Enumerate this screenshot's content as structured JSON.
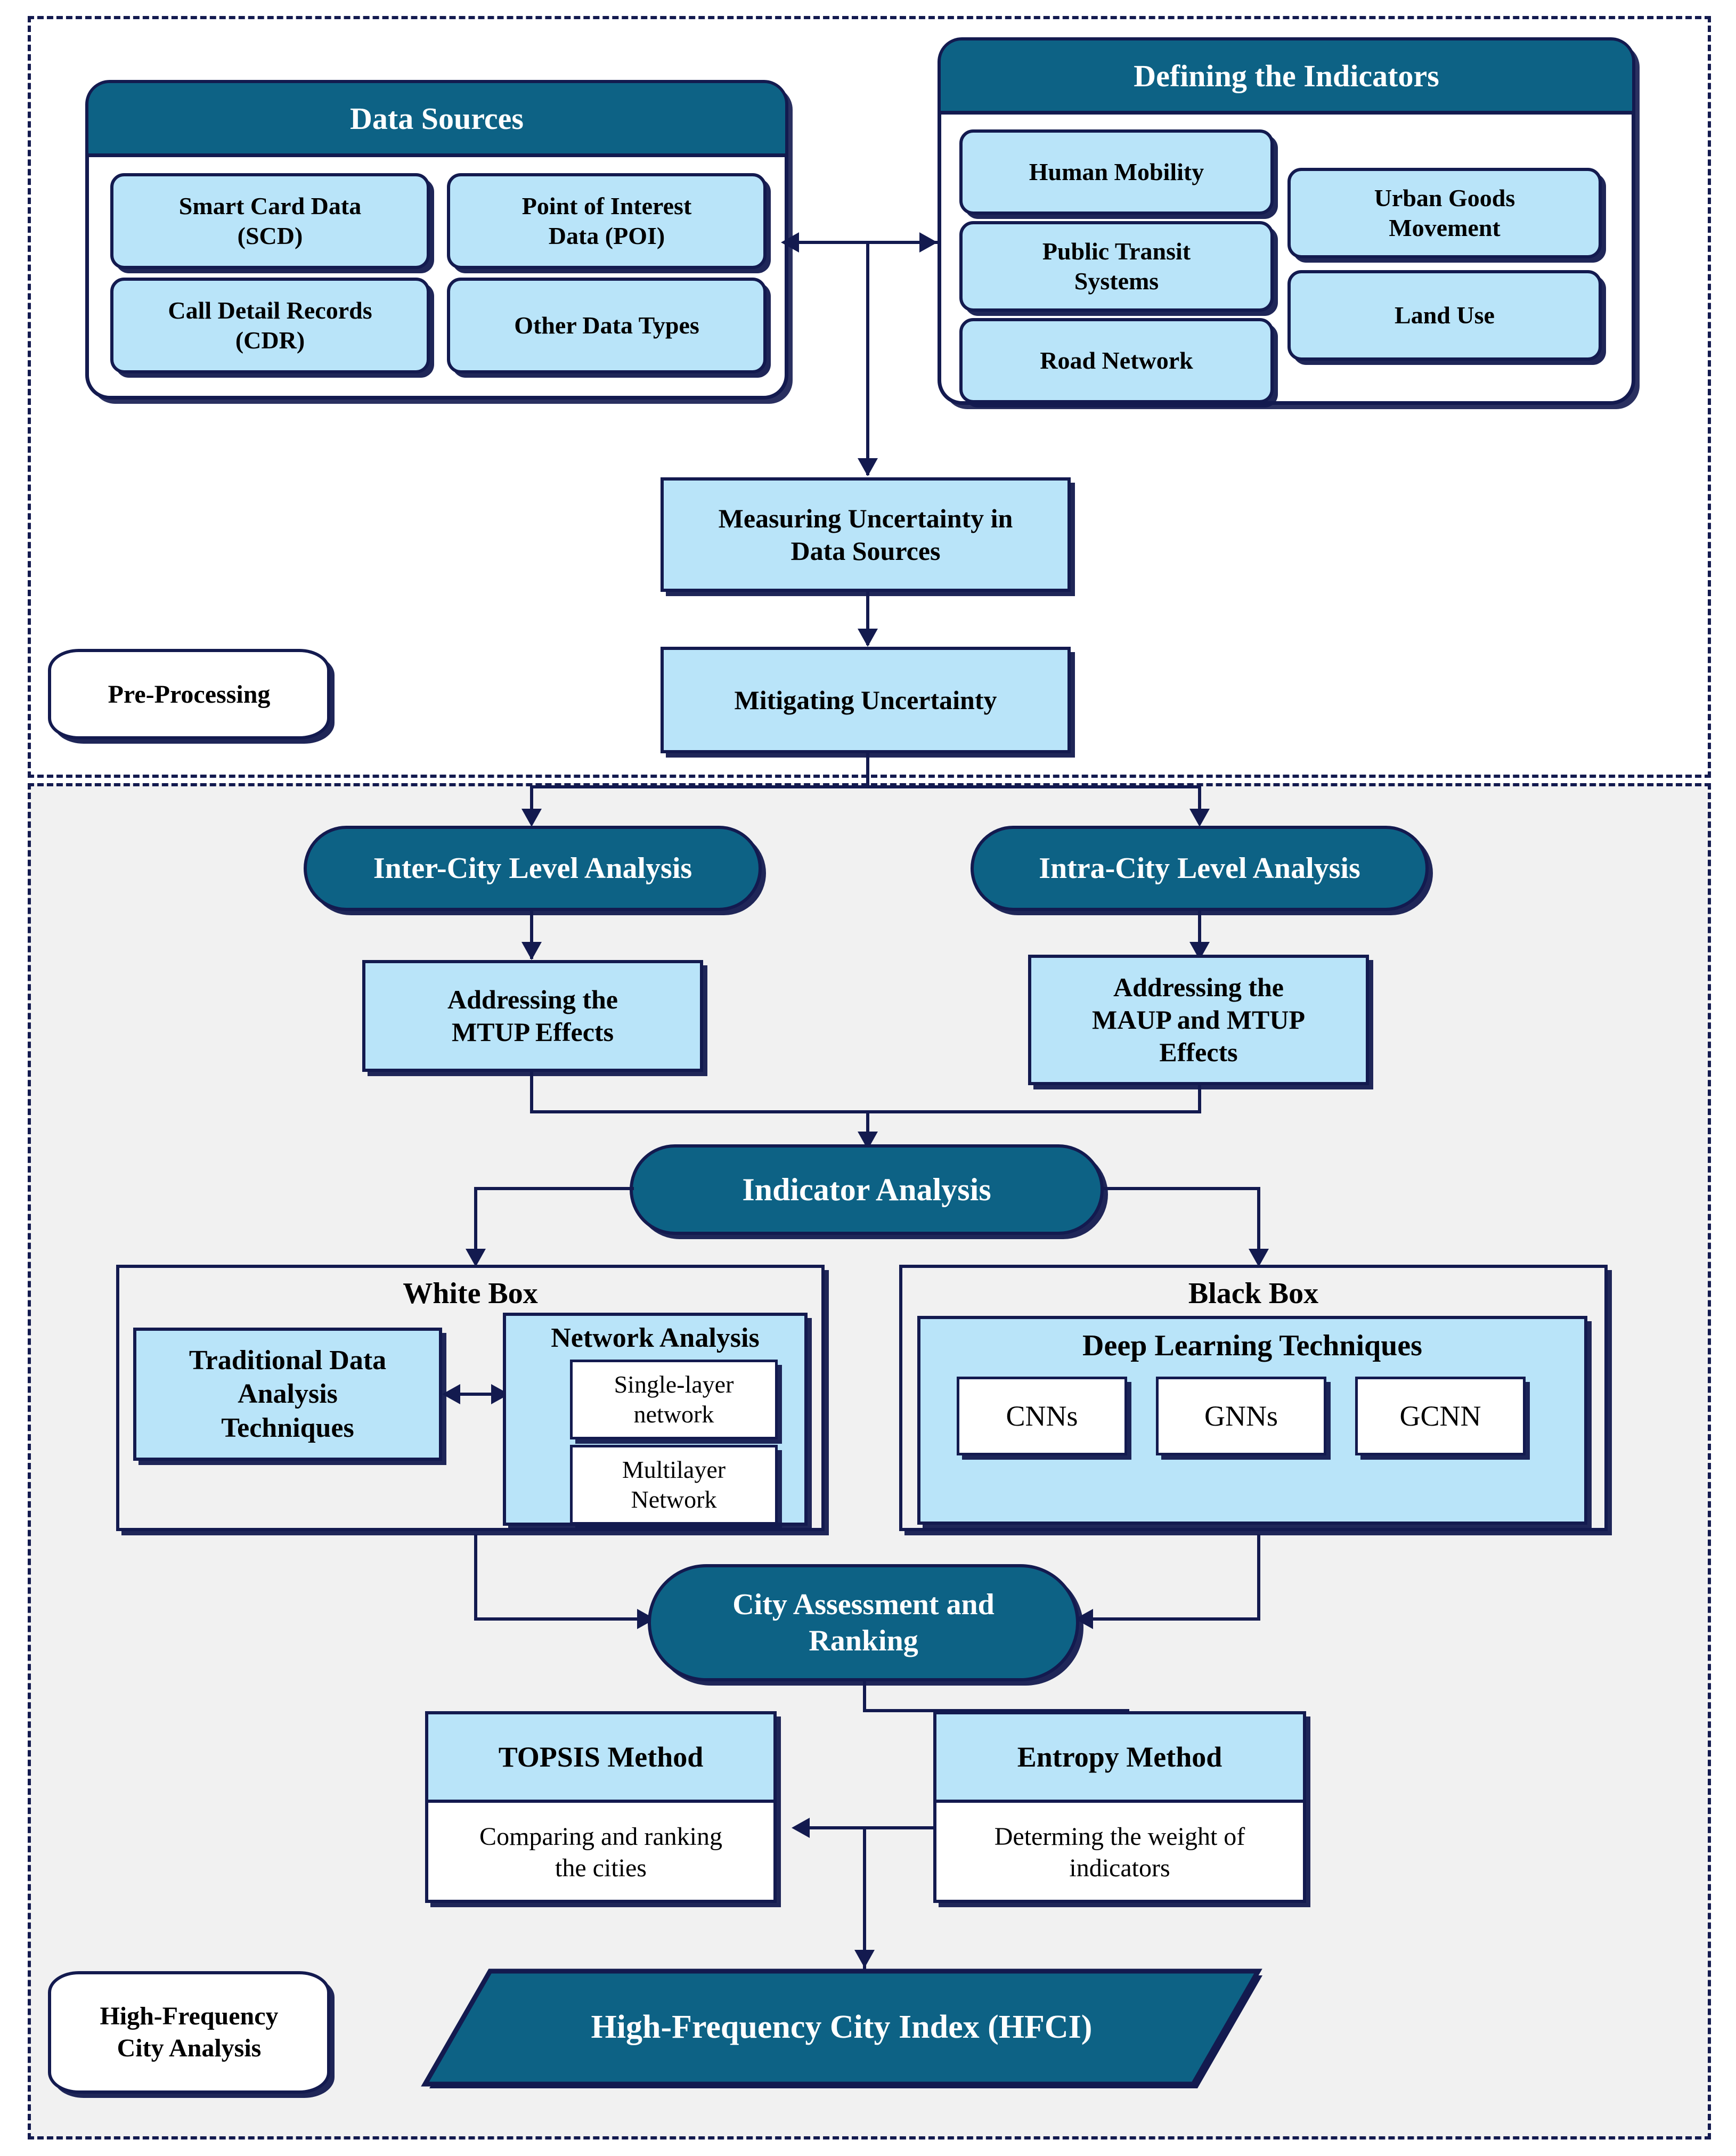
{
  "diagram": {
    "title": "High-Frequency City Index methodological framework flowchart",
    "colors": {
      "teal": "#0D6285",
      "light_blue": "#B9E4F9",
      "navy": "#131A4F",
      "panel_gray": "#F1F1F1",
      "white": "#FFFFFF"
    }
  },
  "stages": {
    "preprocessing_label": "Pre-Processing",
    "hfc_label": "High-Frequency\nCity Analysis",
    "hfc_label_line1": "High-Frequency",
    "hfc_label_line2": "City Analysis"
  },
  "data_sources": {
    "header": "Data Sources",
    "items": [
      {
        "line1": "Smart Card Data",
        "line2": "(SCD)"
      },
      {
        "line1": "Point of Interest",
        "line2": "Data (POI)"
      },
      {
        "line1": "Call Detail Records",
        "line2": "(CDR)"
      },
      {
        "line1": "Other Data Types",
        "line2": ""
      }
    ]
  },
  "indicators": {
    "header": "Defining the Indicators",
    "left_items": [
      {
        "line1": "Human Mobility",
        "line2": ""
      },
      {
        "line1": "Public Transit",
        "line2": "Systems"
      },
      {
        "line1": "Road Network",
        "line2": ""
      }
    ],
    "right_items": [
      {
        "line1": "Urban Goods",
        "line2": "Movement"
      },
      {
        "line1": "Land Use",
        "line2": ""
      }
    ]
  },
  "uncertainty": {
    "measuring_line1": "Measuring Uncertainty in",
    "measuring_line2": "Data Sources",
    "mitigating": "Mitigating Uncertainty"
  },
  "levels": {
    "inter_city": "Inter-City Level Analysis",
    "intra_city": "Intra-City Level Analysis",
    "inter_effects_line1": "Addressing the",
    "inter_effects_line2": "MTUP Effects",
    "intra_effects_line1": "Addressing the",
    "intra_effects_line2": "MAUP and MTUP",
    "intra_effects_line3": "Effects"
  },
  "indicator_analysis": {
    "label": "Indicator Analysis"
  },
  "white_box": {
    "title": "White Box",
    "traditional_line1": "Traditional Data",
    "traditional_line2": "Analysis",
    "traditional_line3": "Techniques",
    "network_title": "Network Analysis",
    "network_items": [
      {
        "line1": "Single-layer",
        "line2": "network"
      },
      {
        "line1": "Multilayer",
        "line2": "Network"
      }
    ]
  },
  "black_box": {
    "title": "Black Box",
    "deep_learning_title": "Deep Learning Techniques",
    "techniques": [
      "CNNs",
      "GNNs",
      "GCNN"
    ]
  },
  "assessment": {
    "line1": "City Assessment and",
    "line2": "Ranking"
  },
  "methods": {
    "topsis": {
      "header": "TOPSIS Method",
      "body_line1": "Comparing and ranking",
      "body_line2": "the cities"
    },
    "entropy": {
      "header": "Entropy Method",
      "body_line1": "Determing the weight of",
      "body_line2": "indicators"
    }
  },
  "output": {
    "hfci": "High-Frequency City Index (HFCI)"
  }
}
